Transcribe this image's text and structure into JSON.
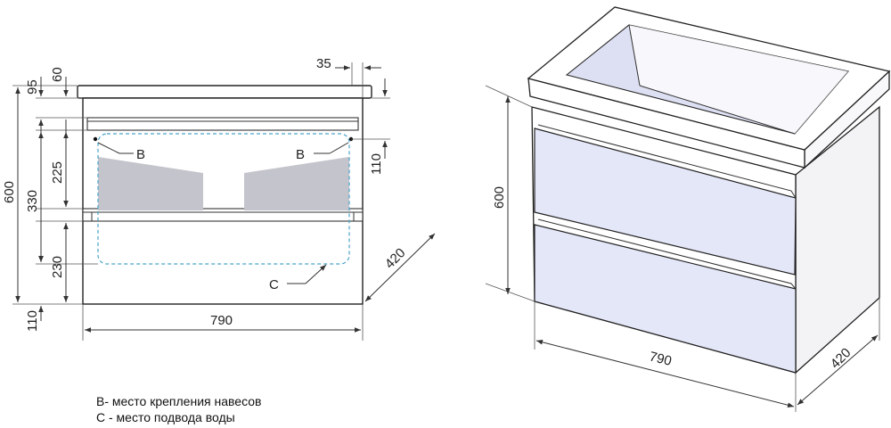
{
  "front_view": {
    "dim_top_95": "95",
    "dim_top_60": "60",
    "dim_35": "35",
    "dim_600": "600",
    "dim_330": "330",
    "dim_225": "225",
    "dim_230": "230",
    "dim_110_left": "110",
    "dim_110_right": "110",
    "dim_790": "790",
    "dim_420": "420",
    "mark_b_left": "B",
    "mark_b_right": "B",
    "mark_c": "C"
  },
  "iso_view": {
    "dim_600": "600",
    "dim_790": "790",
    "dim_420": "420"
  },
  "legend": {
    "line1": "B- место крепления навесов",
    "line2": "С - место подвода воды"
  },
  "colors": {
    "drawer_blue": "#e4e7f8",
    "silhouette_gray": "#c4c4cc",
    "water_zone": "#4aa3c8"
  }
}
